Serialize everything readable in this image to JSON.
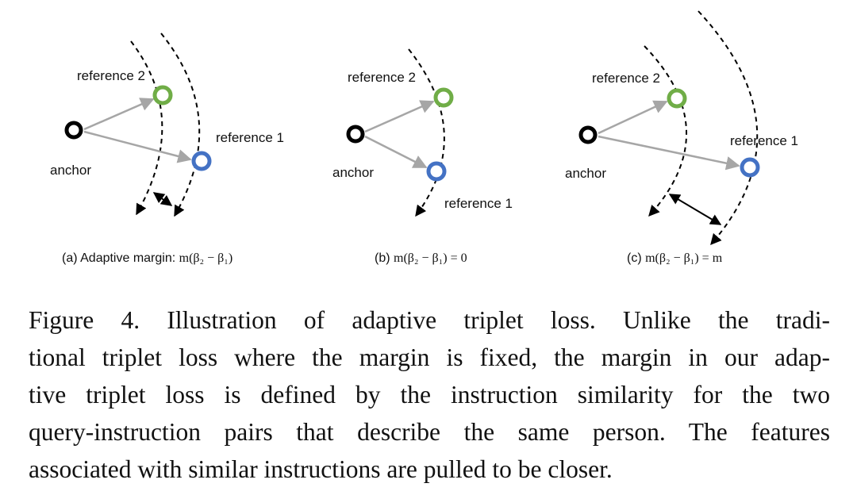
{
  "panels": [
    {
      "ref2": "reference 2",
      "ref1": "reference 1",
      "anchor": "anchor",
      "caption": {
        "prefix": "(a) Adaptive margin: ",
        "math": "m(β₂ − β₁)"
      }
    },
    {
      "ref2": "reference 2",
      "ref1": "reference 1",
      "anchor": "anchor",
      "caption": {
        "prefix": "(b) ",
        "math": "m(β₂ − β₁) = 0"
      }
    },
    {
      "ref2": "reference 2",
      "ref1": "reference 1",
      "anchor": "anchor",
      "caption": {
        "prefix": "(c) ",
        "math": "m(β₂ − β₁) = m"
      }
    }
  ],
  "figure_caption": {
    "lines": [
      "Figure 4.  Illustration of adaptive triplet loss.  Unlike the tradi-",
      "tional triplet loss where the margin is fixed, the margin in our adap-",
      "tive triplet loss is defined by the instruction similarity for the two",
      "query-instruction pairs that describe the same person. The features",
      "associated with similar instructions are pulled to be closer."
    ]
  },
  "colors": {
    "anchor": "#000000",
    "reference_2": "#70ad47",
    "reference_1": "#4472c4",
    "arrow": "#a6a6a6",
    "dashed_boundary": "#000000"
  }
}
